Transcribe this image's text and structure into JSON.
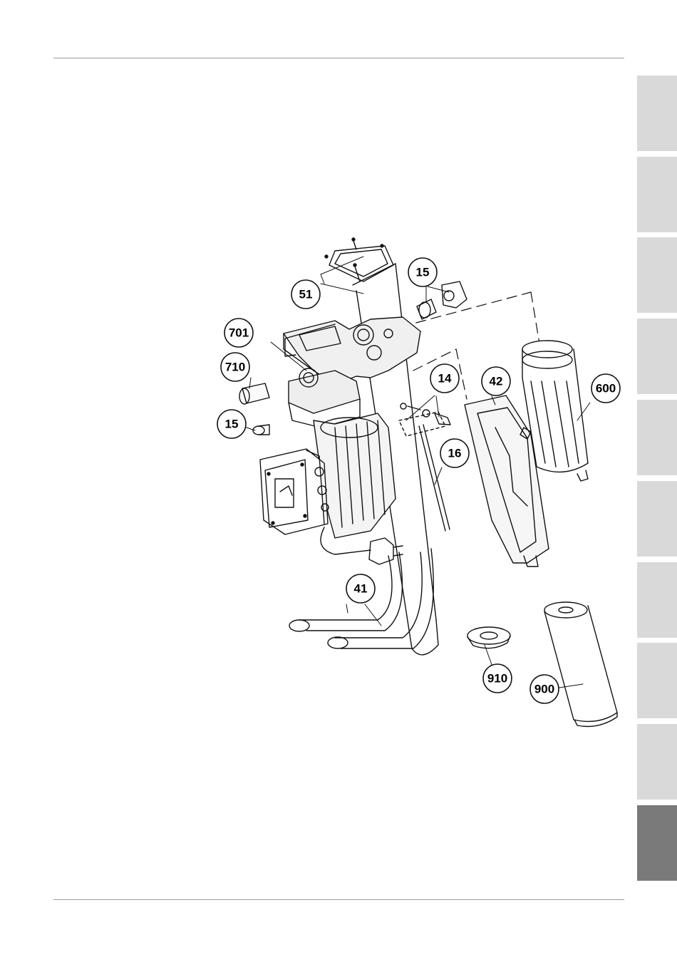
{
  "callouts": {
    "c51": "51",
    "c15_top": "15",
    "c701": "701",
    "c710": "710",
    "c15_left": "15",
    "c14": "14",
    "c42": "42",
    "c600": "600",
    "c16": "16",
    "c41": "41",
    "c910": "910",
    "c900": "900"
  },
  "side_tabs": {
    "count": 10,
    "active_index": 9
  }
}
